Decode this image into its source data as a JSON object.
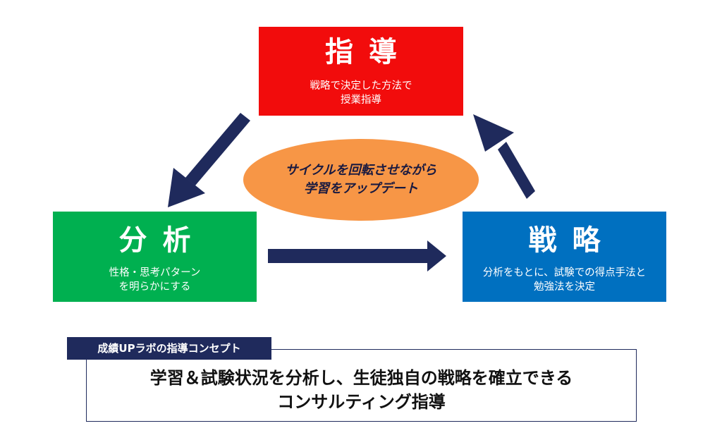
{
  "diagram": {
    "boxes": {
      "shidou": {
        "title": "指導",
        "description": "戦略で決定した方法で\n授業指導",
        "color": "#f20c0c"
      },
      "bunseki": {
        "title": "分析",
        "description": "性格・思考パターン\nを明らかにする",
        "color": "#00b050"
      },
      "senryaku": {
        "title": "戦略",
        "description": "分析をもとに、試験での得点手法と\n勉強法を決定",
        "color": "#0070c0"
      }
    },
    "center": {
      "text": "サイクルを回転させながら\n学習をアップデート",
      "color": "#f79646"
    },
    "arrow_color": "#1f2a5c"
  },
  "concept": {
    "tag_label": "成績UPラボの指導コンセプト",
    "text": "学習＆試験状況を分析し、生徒独自の戦略を確立できる\nコンサルティング指導"
  }
}
